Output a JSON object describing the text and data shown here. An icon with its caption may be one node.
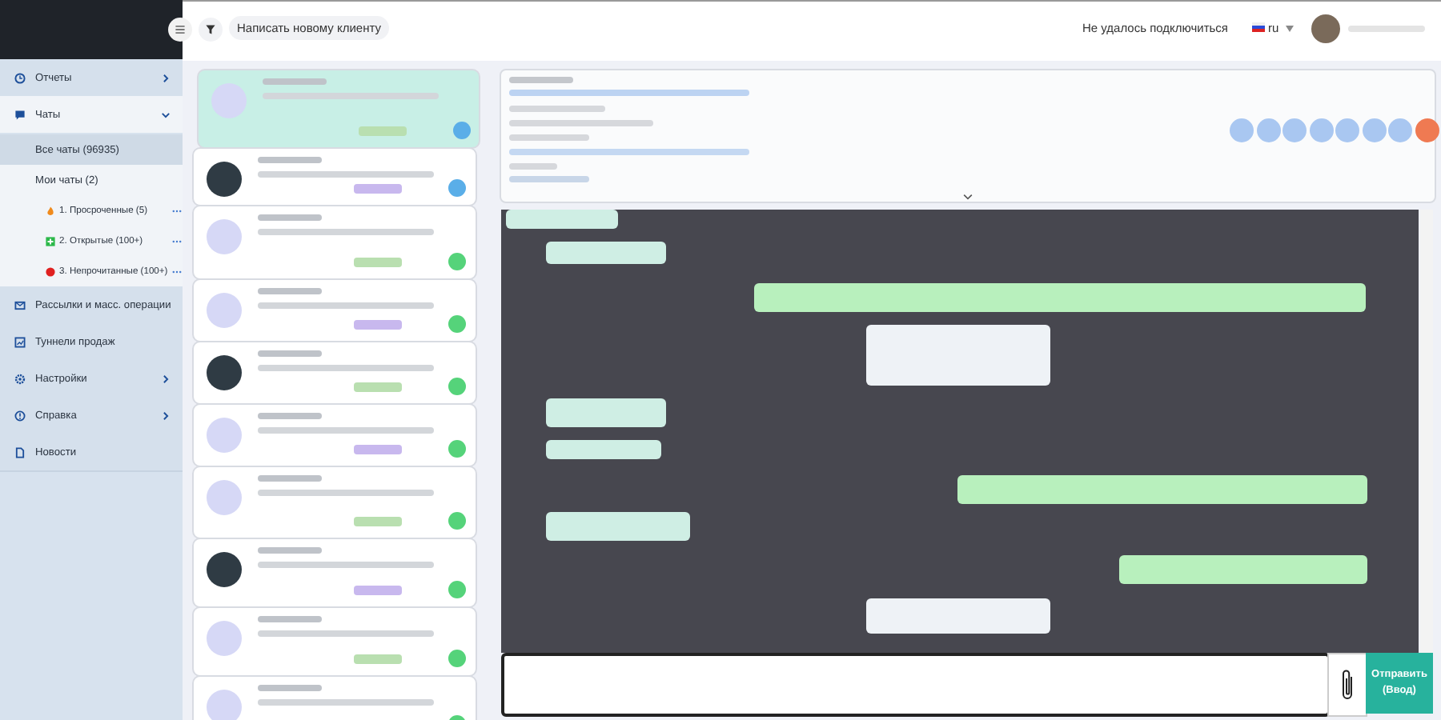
{
  "diagram": {
    "labels": [
      "Написать новому клиенту",
      "Не удалось подключиться",
      "ru",
      "Отчеты",
      "Чаты",
      "Все чаты (96935)",
      "Мои чаты (2)",
      "1. Просроченные (5)",
      "2. Открытые (100+)",
      "3. Непрочитанные (100+)",
      "Рассылки и масс. операции",
      "Туннели продаж",
      "Настройки",
      "Справка",
      "Новости",
      "Отправить (Ввод)"
    ]
  }
}
